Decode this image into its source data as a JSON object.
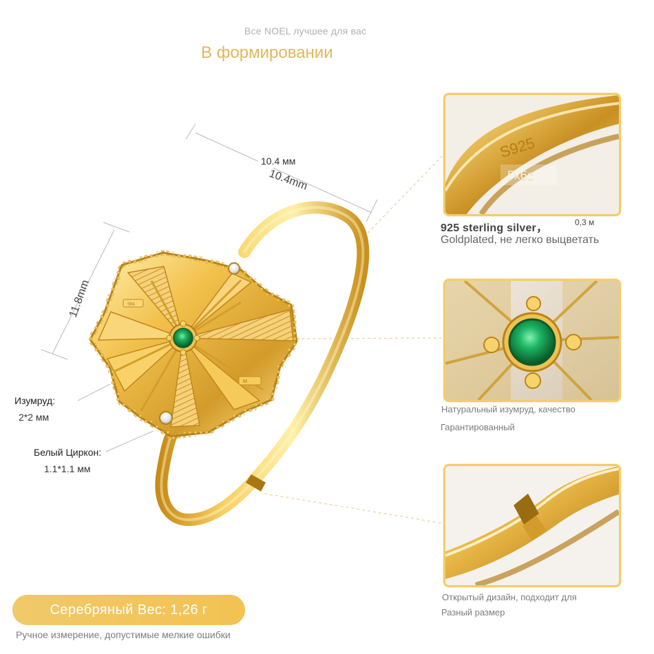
{
  "header": {
    "subtitle": "Все NOEL лучшее для вас",
    "title": "В формировании"
  },
  "dimensions": {
    "width_label": "10.4 мм",
    "width_label_rotated": "10.4mm",
    "height_label_rotated": "11.8mm"
  },
  "specs": {
    "emerald_label": "Изумруд:",
    "emerald_value": "2*2 мм",
    "zircon_label": "Белый Циркон:",
    "zircon_value": "1.1*1.1 мм"
  },
  "detail_silver": {
    "stamp_text": "Гх6с",
    "inner_stamp": "S925",
    "title": "925 sterling silver，",
    "thickness": "0,3 м",
    "description": "Goldplated, не легко выцветать"
  },
  "detail_emerald": {
    "caption_1": "Натуральный изумруд, качество",
    "caption_2": "Гарантированный"
  },
  "detail_open": {
    "caption_1": "Открытый дизайн, подходит для",
    "caption_2": "Разный размер"
  },
  "weight": {
    "badge": "Серебряный Вес: 1,26 г",
    "note": "Ручное измерение, допустимые мелкие ошибки"
  },
  "colors": {
    "gold": "#f2c252",
    "gold_dark": "#c08e22",
    "emerald": "#1e8e4a",
    "accent_text": "#e1b75c",
    "panel_border": "#f4cc6a"
  }
}
